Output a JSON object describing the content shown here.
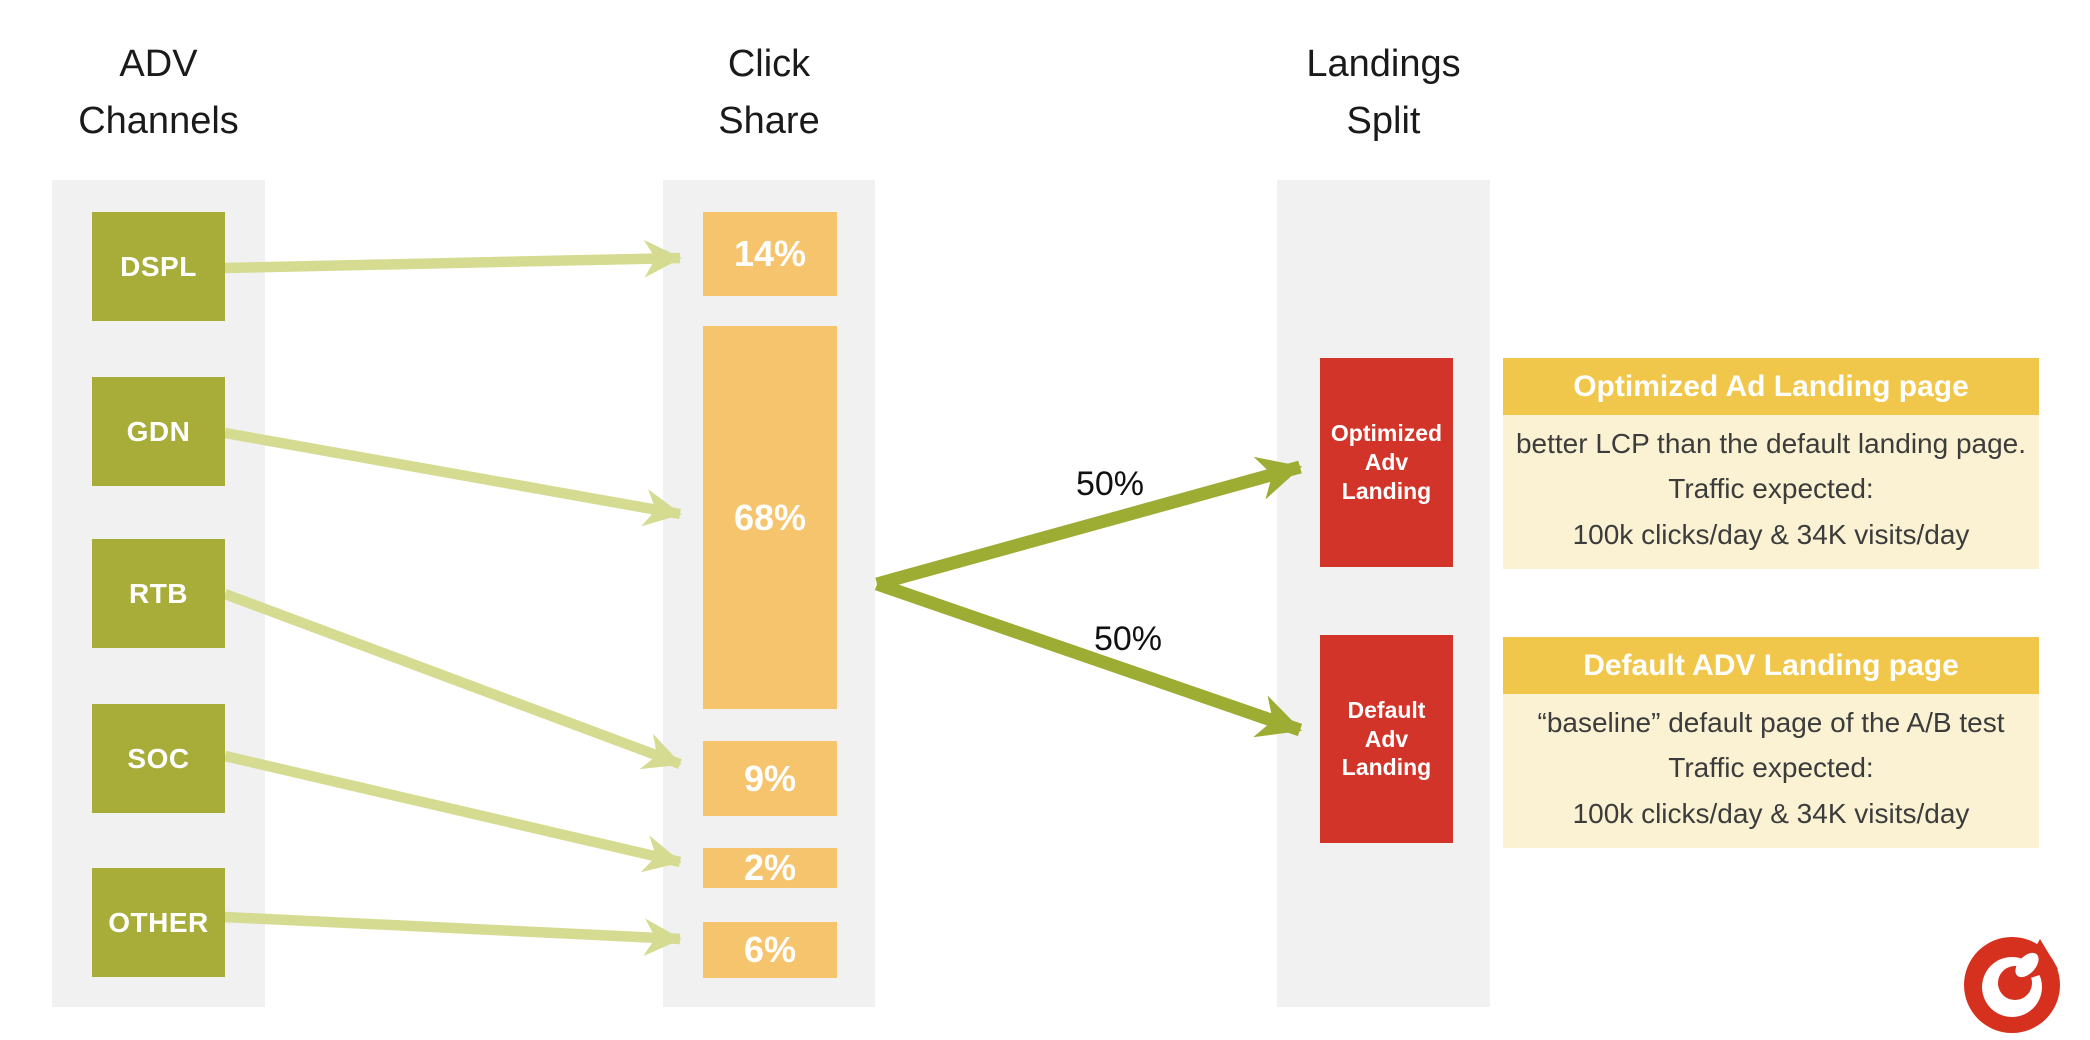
{
  "columns": {
    "channels": {
      "title": "ADV\nChannels"
    },
    "click_share": {
      "title": "Click\nShare"
    },
    "landings": {
      "title": "Landings\nSplit"
    }
  },
  "channels": [
    {
      "label": "DSPL"
    },
    {
      "label": "GDN"
    },
    {
      "label": "RTB"
    },
    {
      "label": "SOC"
    },
    {
      "label": "OTHER"
    }
  ],
  "click_share": [
    {
      "label": "14%",
      "value": 14,
      "source": "DSPL"
    },
    {
      "label": "68%",
      "value": 68,
      "source": "GDN"
    },
    {
      "label": "9%",
      "value": 9,
      "source": "RTB"
    },
    {
      "label": "2%",
      "value": 2,
      "source": "SOC"
    },
    {
      "label": "6%",
      "value": 6,
      "source": "OTHER"
    }
  ],
  "split_labels": {
    "upper": "50%",
    "lower": "50%"
  },
  "landing_boxes": [
    {
      "label": "Optimized\nAdv\nLanding"
    },
    {
      "label": "Default\nAdv\nLanding"
    }
  ],
  "cards": [
    {
      "title": "Optimized Ad Landing page",
      "body": "better LCP than the default landing page.\nTraffic expected:\n100k clicks/day  & 34K visits/day"
    },
    {
      "title": "Default ADV Landing page",
      "body": "“baseline” default page of the A/B test\nTraffic expected:\n100k clicks/day  & 34K visits/day"
    }
  ],
  "flows": [
    {
      "from": "DSPL",
      "to": "14%"
    },
    {
      "from": "GDN",
      "to": "68%"
    },
    {
      "from": "RTB",
      "to": "9%"
    },
    {
      "from": "SOC",
      "to": "2%"
    },
    {
      "from": "OTHER",
      "to": "6%"
    },
    {
      "from": "Click Share",
      "to": "Optimized Adv Landing",
      "label": "50%"
    },
    {
      "from": "Click Share",
      "to": "Default Adv Landing",
      "label": "50%"
    }
  ],
  "colors": {
    "channel_green": "#a8ad3a",
    "share_orange": "#f6c46d",
    "light_arrow": "#d6db92",
    "split_arrow": "#9dac32",
    "landing_red": "#d23429",
    "card_header_yellow": "#f1c74b",
    "card_body_cream": "#faf2d2",
    "band_gray": "#f1f1f1",
    "logo_red": "#d6301e"
  },
  "logo": {
    "name": "vodafone-logo"
  }
}
